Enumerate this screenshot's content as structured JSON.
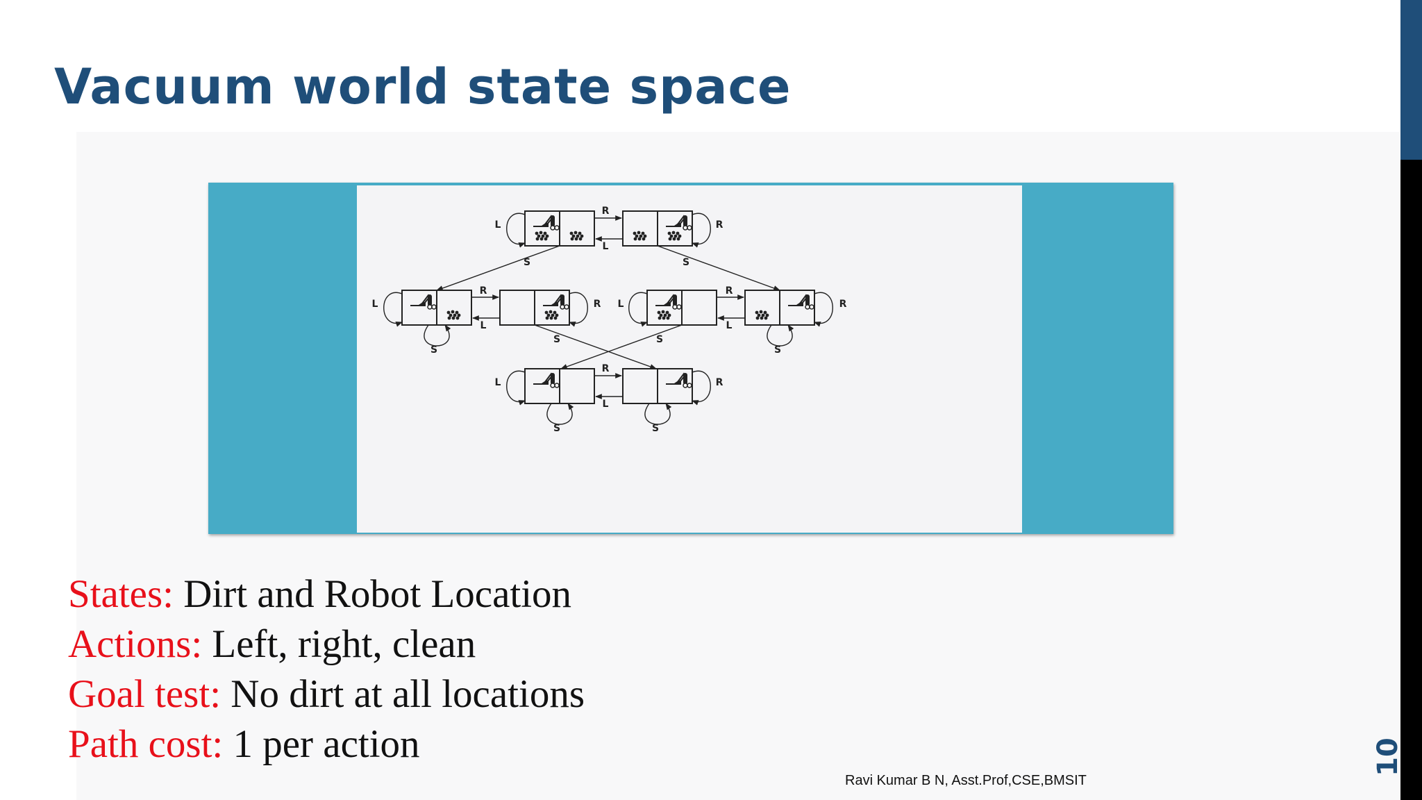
{
  "slide": {
    "title": "Vacuum world state space",
    "diagram": {
      "action_labels": {
        "left": "L",
        "right": "R",
        "suck": "S"
      }
    },
    "properties": [
      {
        "key": "States:",
        "value": "Dirt and Robot Location"
      },
      {
        "key": "Actions:",
        "value": "Left, right, clean"
      },
      {
        "key": "Goal test:",
        "value": "No dirt at all locations"
      },
      {
        "key": "Path cost:",
        "value": "1 per action"
      }
    ],
    "footer": "Ravi Kumar B N, Asst.Prof,CSE,BMSIT",
    "page_number": "10"
  },
  "colors": {
    "title": "#1f4e79",
    "property_key": "#e8101a",
    "property_value": "#111111",
    "figure_frame": "#47abc6",
    "page_bar": "#000000",
    "page_bar_accent": "#1f4e79"
  }
}
